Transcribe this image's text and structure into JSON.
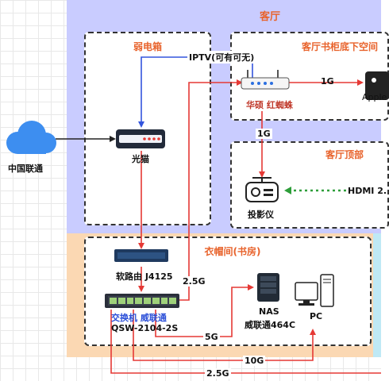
{
  "zones": {
    "living_room": "客厅",
    "weak_box": "弱电箱",
    "bookshelf": "客厅书柜底下空间",
    "ceiling": "客厅顶部",
    "cloakroom": "衣帽间(书房)"
  },
  "devices": {
    "isp": "中国联通",
    "modem": "光猫",
    "router_label": "华硕 红蜘蛛",
    "apple_tv": "Apple",
    "projector": "投影仪",
    "soft_router": "软路由 J4125",
    "switch_line1": "交换机 威联通",
    "switch_line2": "QSW-2104-2S",
    "nas_line1": "NAS",
    "nas_line2": "威联通464C",
    "pc": "PC"
  },
  "links": {
    "iptv": "IPTV(可有可无)",
    "router_apple": "1G",
    "router_down": "1G",
    "hdmi": "HDMI 2.",
    "switch_router": "2.5G",
    "switch_nas": "5G",
    "switch_pc_10g": "10G",
    "switch_right_25g": "2.5G"
  },
  "colors": {
    "red": "#e53935",
    "blue": "#3355dd",
    "green": "#2e9e3a",
    "zone_title": "#e8632c"
  }
}
